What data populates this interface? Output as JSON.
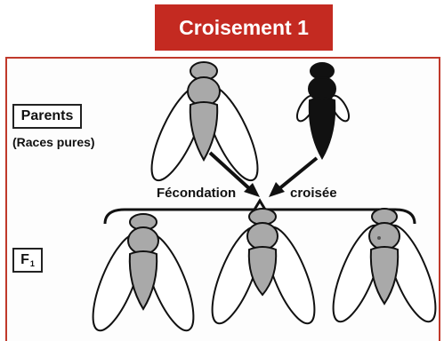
{
  "title": "Croisement 1",
  "labels": {
    "parents": "Parents",
    "races_pures": "(Races pures)",
    "f1": "F",
    "f1_sub": "1",
    "fecondation": "Fécondation",
    "croisee": "croisée"
  },
  "colors": {
    "title_bg": "#c42a21",
    "frame_border": "#c0392b",
    "fly_grey": "#a9a9a9",
    "fly_black": "#111111"
  }
}
